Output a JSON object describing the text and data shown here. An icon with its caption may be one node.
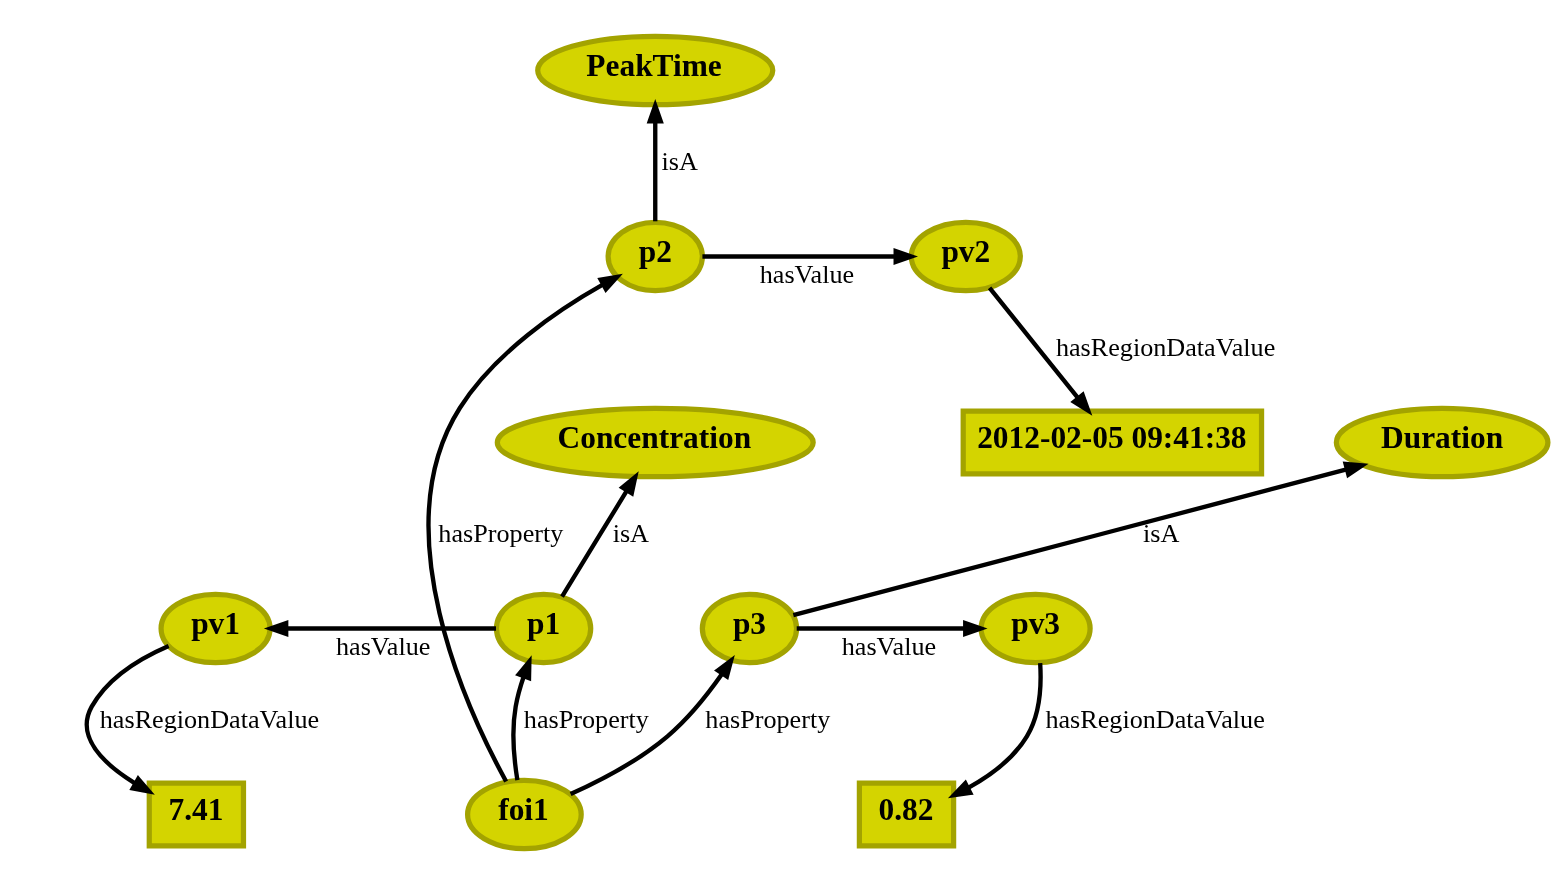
{
  "diagram": {
    "nodes": [
      {
        "text": [
          "PeakTime"
        ]
      },
      {
        "text": [
          "p2"
        ]
      },
      {
        "text": [
          "pv2"
        ]
      },
      {
        "text": [
          "2012-02-05 09:41:38"
        ]
      },
      {
        "text": [
          "Concentration"
        ]
      },
      {
        "text": [
          "Duration"
        ]
      },
      {
        "text": [
          "pv1"
        ]
      },
      {
        "text": [
          "p1"
        ]
      },
      {
        "text": [
          "p3"
        ]
      },
      {
        "text": [
          "pv3"
        ]
      },
      {
        "text": [
          "7.41"
        ]
      },
      {
        "text": [
          "0.82"
        ]
      },
      {
        "text": [
          "foi1"
        ]
      }
    ],
    "edges": [
      {
        "from": 1,
        "to": 0,
        "arrow": "to",
        "label": "isA"
      },
      {
        "from": 1,
        "to": 2,
        "arrow": "to",
        "label": "hasValue"
      },
      {
        "from": 2,
        "to": 3,
        "arrow": "to",
        "label": "hasRegionDataValue"
      },
      {
        "from": 7,
        "to": 4,
        "arrow": "to",
        "label": "isA"
      },
      {
        "from": 8,
        "to": 5,
        "arrow": "to",
        "label": "isA"
      },
      {
        "from": 7,
        "to": 6,
        "arrow": "to",
        "label": "hasValue"
      },
      {
        "from": 6,
        "to": 10,
        "arrow": "to",
        "label": "hasRegionDataValue"
      },
      {
        "from": 8,
        "to": 9,
        "arrow": "to",
        "label": "hasValue"
      },
      {
        "from": 9,
        "to": 11,
        "arrow": "to",
        "label": "hasRegionDataValue"
      },
      {
        "from": 12,
        "to": 7,
        "arrow": "to",
        "label": "hasProperty"
      },
      {
        "from": 12,
        "to": 1,
        "arrow": "to",
        "label": "hasProperty"
      },
      {
        "from": 12,
        "to": 8,
        "arrow": "to",
        "label": "hasProperty"
      }
    ]
  }
}
